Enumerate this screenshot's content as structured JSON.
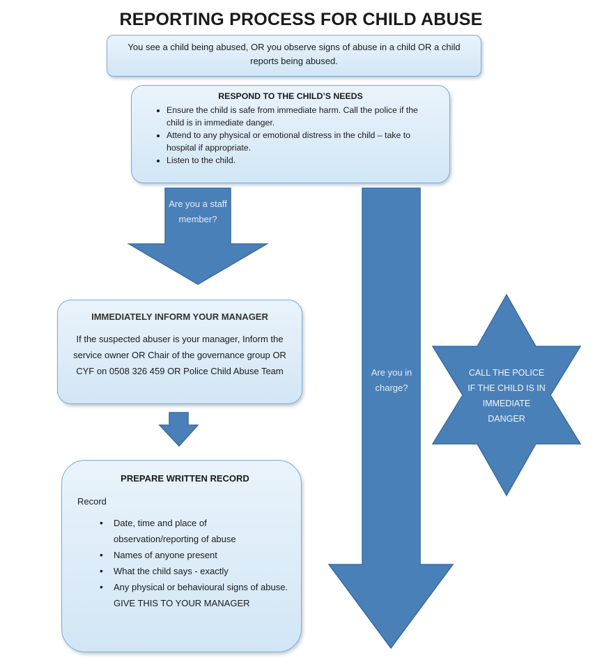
{
  "title": "REPORTING PROCESS FOR CHILD ABUSE",
  "intro_box": {
    "text": "You see a child being abused, OR you observe signs of abuse in a child OR a child reports being abused."
  },
  "respond_box": {
    "heading": "RESPOND TO THE CHILD’S NEEDS",
    "bullets": [
      "Ensure the child is safe from immediate harm. Call the police if the child is in immediate danger.",
      "Attend to any physical or emotional distress in the child – take to hospital if appropriate.",
      "Listen to the child."
    ]
  },
  "staff_arrow": {
    "label": "Are you a staff member?"
  },
  "in_charge_arrow": {
    "label": "Are you in charge?"
  },
  "inform_box": {
    "heading": "IMMEDIATELY INFORM YOUR MANAGER",
    "body": "If the suspected abuser is your manager, Inform the service owner OR Chair of the governance group OR CYF on 0508 326 459 OR Police Child Abuse Team"
  },
  "record_box": {
    "heading": "PREPARE WRITTEN RECORD",
    "intro": "Record",
    "bullets": [
      "Date, time and place of observation/reporting of abuse",
      "Names of anyone present",
      "What the child says - exactly",
      "Any physical or behavioural signs of abuse."
    ],
    "closing": "GIVE THIS TO YOUR MANAGER"
  },
  "police_star": {
    "text": "CALL THE POLICE IF THE CHILD IS IN IMMEDIATE DANGER"
  },
  "colors": {
    "arrow_fill": "#4a80b8",
    "arrow_stroke": "#3a6c9f",
    "box_top": "#e9f3fb",
    "box_bottom": "#d2e6f5",
    "box_border": "#7aaad2"
  }
}
